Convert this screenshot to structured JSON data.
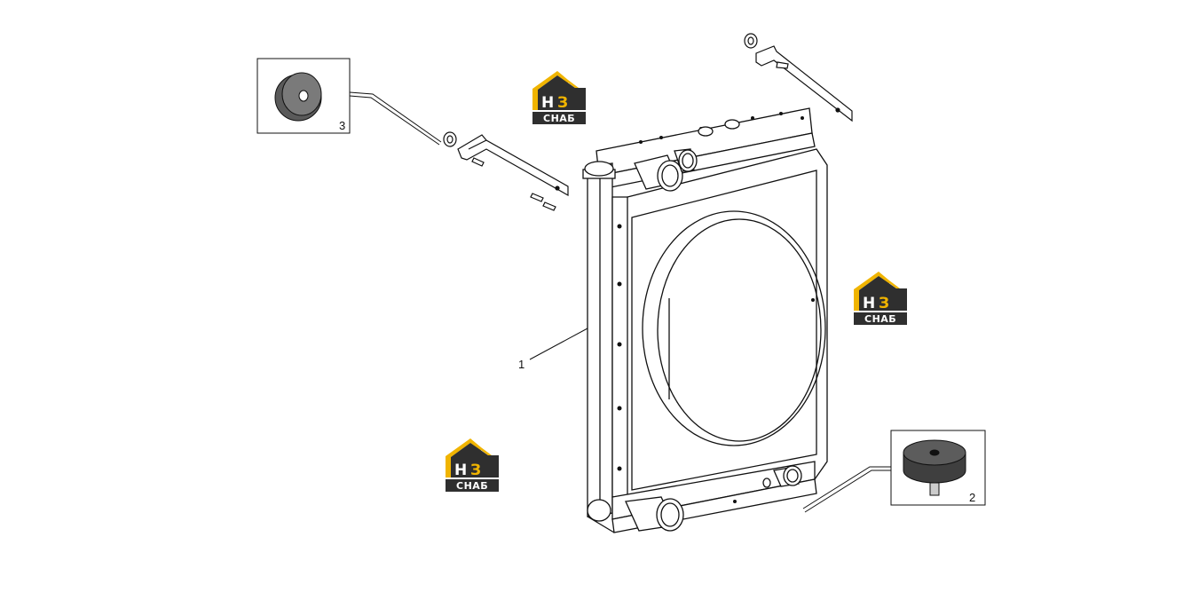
{
  "callouts": [
    {
      "id": "1",
      "label": "1"
    },
    {
      "id": "2",
      "label": "2"
    },
    {
      "id": "3",
      "label": "3"
    }
  ],
  "watermark": {
    "letter_h": "Н",
    "letter_3": "З",
    "word": "СНАБ",
    "colors": {
      "yellow": "#f0b400",
      "dark": "#2f2f2f"
    }
  }
}
